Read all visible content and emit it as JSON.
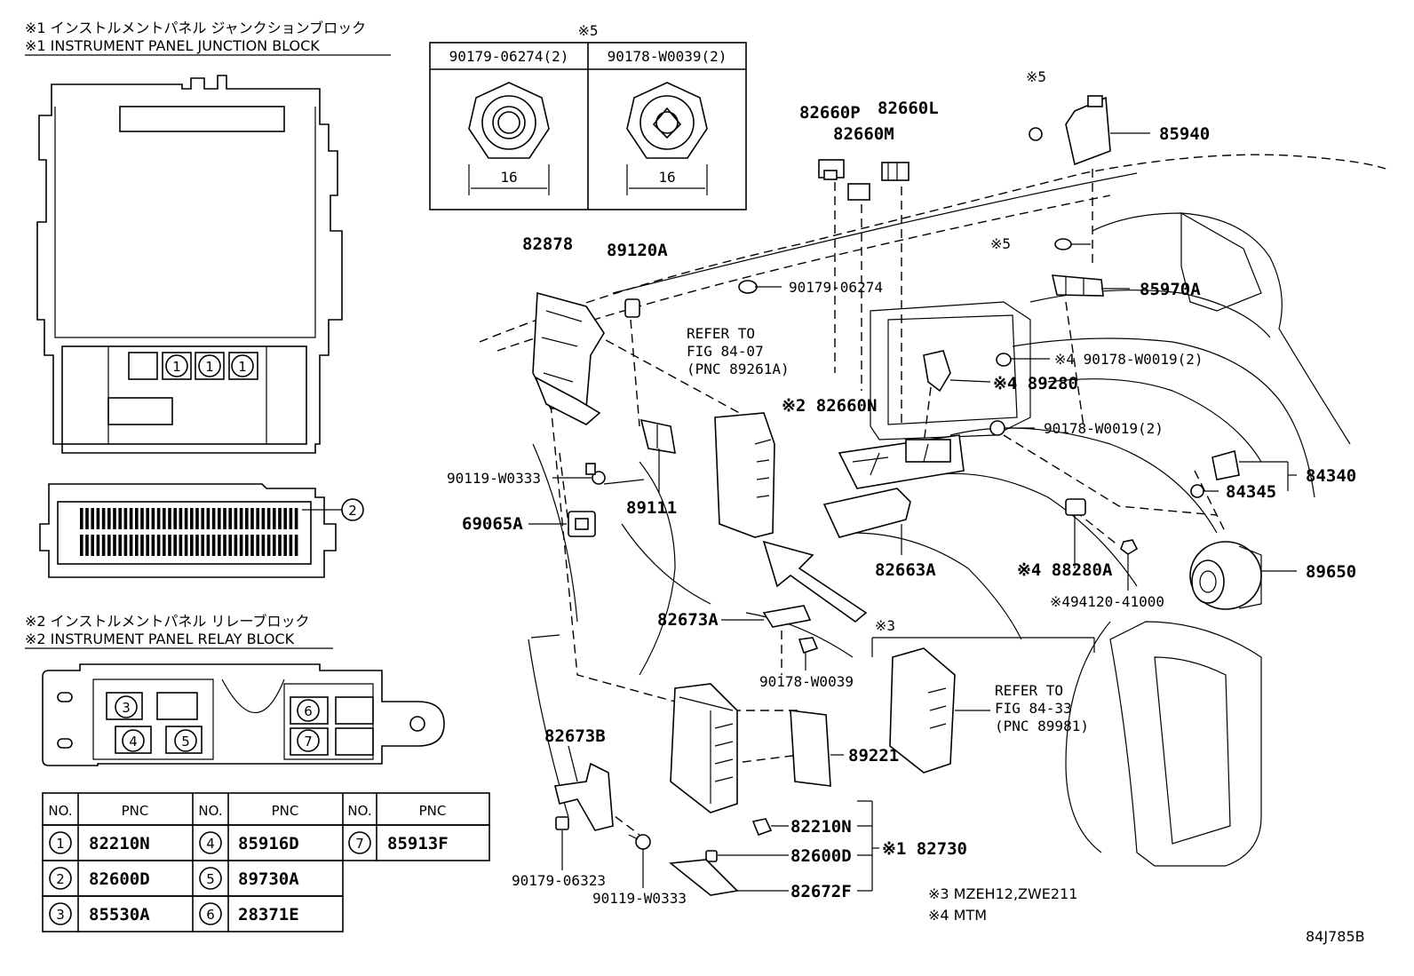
{
  "headers": {
    "jb_jp": "※1 インストルメントパネル ジャンクションブロック",
    "jb_en": "※1 INSTRUMENT PANEL JUNCTION BLOCK",
    "rb_jp": "※2 インストルメントパネル リレーブロック",
    "rb_en": "※2 INSTRUMENT PANEL RELAY BLOCK"
  },
  "circles": [
    "1",
    "1",
    "1",
    "2",
    "3",
    "4",
    "5",
    "6",
    "7"
  ],
  "nut_table": {
    "note": "※5",
    "col1": "90179-06274(2)",
    "col2": "90178-W0039(2)",
    "dim1": "16",
    "dim2": "16"
  },
  "labels": {
    "p82660P": "82660P",
    "p82660L": "82660L",
    "p82660M": "82660M",
    "note5a": "※5",
    "p85940": "85940",
    "note5b": "※5",
    "p85970A": "85970A",
    "p82878": "82878",
    "p89120A": "89120A",
    "p90179_06274": "90179-06274",
    "refer1_a": "REFER TO",
    "refer1_b": "FIG 84-07",
    "refer1_c": "(PNC 89261A)",
    "p90178_w0019a": "※4 90178-W0019(2)",
    "p89280": "※4 89280",
    "p82660N": "※2 82660N",
    "p90178_w0019b": "90178-W0019(2)",
    "p84340": "84340",
    "p84345": "84345",
    "p90119_w0333a": "90119-W0333",
    "p89111": "89111",
    "p69065A": "69065A",
    "p82663A": "82663A",
    "p88280A": "※4 88280A",
    "p94120": "※494120-41000",
    "p89650": "89650",
    "p82673A": "82673A",
    "note3": "※3",
    "p90178_w0039": "90178-W0039",
    "refer2_a": "REFER TO",
    "refer2_b": "FIG 84-33",
    "refer2_c": "(PNC 89981)",
    "p82673B": "82673B",
    "p89221": "89221",
    "p82210N": "82210N",
    "p82730": "※1 82730",
    "p82600D": "82600D",
    "p90179_06323": "90179-06323",
    "p90119_w0333b": "90119-W0333",
    "p82672F": "82672F",
    "foot3": "※3 MZEH12,ZWE211",
    "foot4": "※4 MTM",
    "fig_code": "84J785B"
  },
  "pnc_table": {
    "headers": [
      "NO.",
      "PNC",
      "NO.",
      "PNC",
      "NO.",
      "PNC"
    ],
    "rows": [
      [
        {
          "no": "1",
          "pnc": "82210N"
        },
        {
          "no": "4",
          "pnc": "85916D"
        },
        {
          "no": "7",
          "pnc": "85913F"
        }
      ],
      [
        {
          "no": "2",
          "pnc": "82600D"
        },
        {
          "no": "5",
          "pnc": "89730A"
        },
        null
      ],
      [
        {
          "no": "3",
          "pnc": "85530A"
        },
        {
          "no": "6",
          "pnc": "28371E"
        },
        null
      ]
    ]
  }
}
